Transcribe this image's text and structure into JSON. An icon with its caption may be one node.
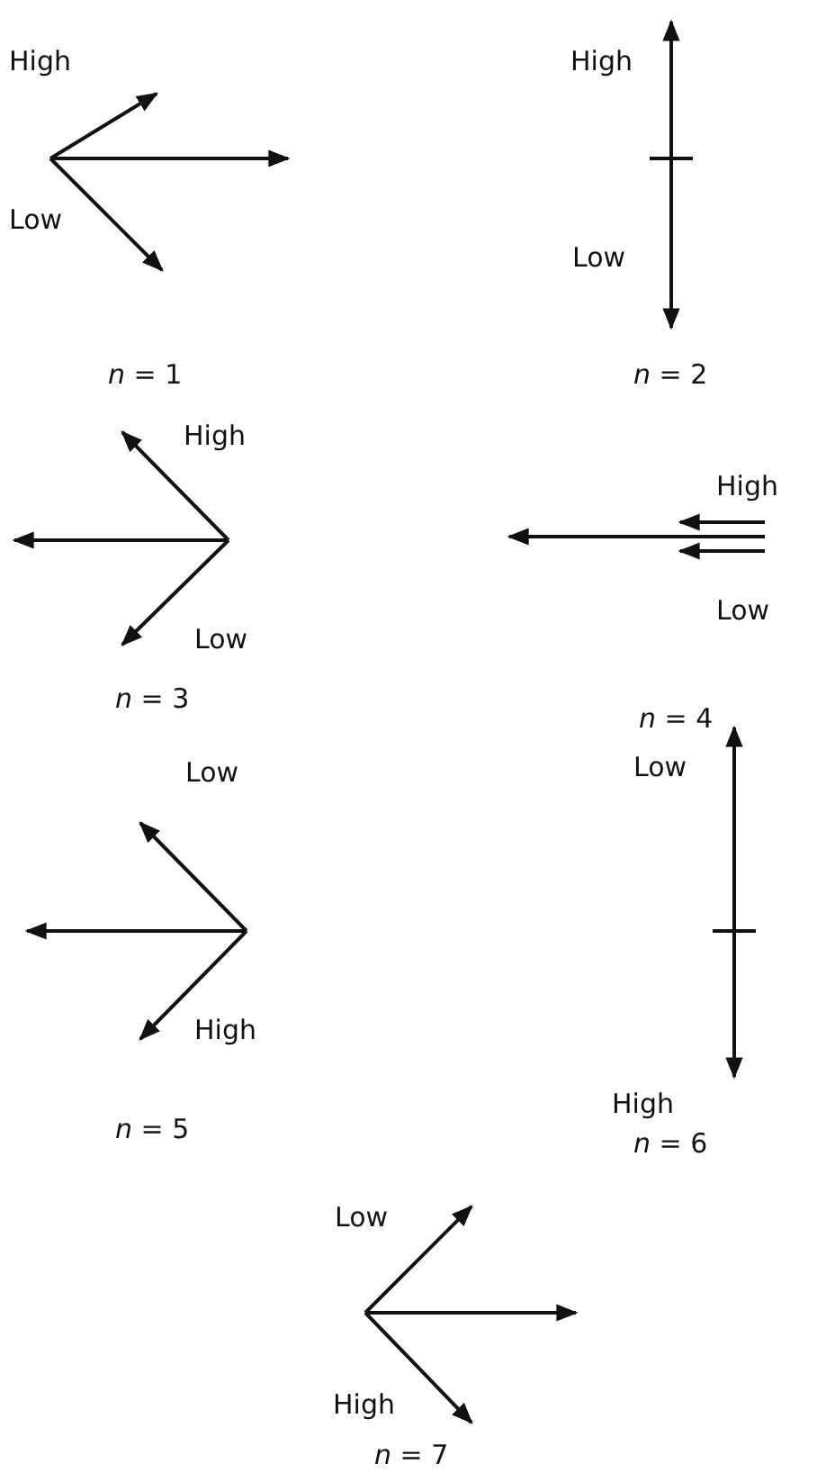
{
  "diagram": {
    "labels": [
      "High",
      "Low",
      "*n* = 1",
      "High",
      "Low",
      "*n* = 2",
      "High",
      "Low",
      "*n* = 3",
      "High",
      "Low",
      "*n* = 4",
      "Low",
      "High",
      "*n* = 5",
      "Low",
      "High",
      "*n* = 6",
      "Low",
      "High",
      "*n* = 7"
    ]
  }
}
